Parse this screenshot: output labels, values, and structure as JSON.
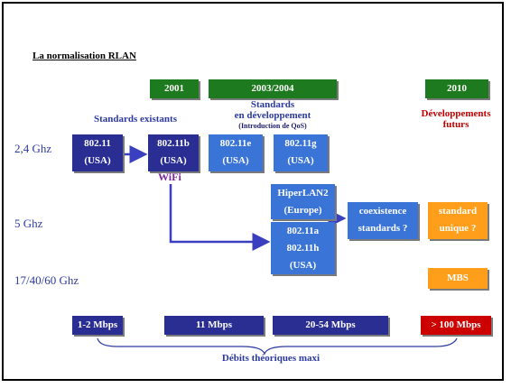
{
  "title": "La normalisation RLAN",
  "years": [
    "2001",
    "2003/2004",
    "2010"
  ],
  "headers": {
    "existing": "Standards existants",
    "developing_line1": "Standards",
    "developing_line2": "en développement",
    "developing_note": "(Introduction de QoS)",
    "future_line1": "Développements",
    "future_line2": "futurs"
  },
  "bands": [
    "2,4 Ghz",
    "5 Ghz",
    "17/40/60 Ghz"
  ],
  "boxes": {
    "b80211": [
      "802.11",
      "(USA)"
    ],
    "b80211b": [
      "802.11b",
      "(USA)"
    ],
    "b80211e": [
      "802.11e",
      "(USA)"
    ],
    "b80211g": [
      "802.11g",
      "(USA)"
    ],
    "hiperlan2": [
      "HiperLAN2",
      "(Europe)"
    ],
    "b80211ah": [
      "802.11a",
      "802.11h",
      "(USA)"
    ],
    "coexistence": [
      "coexistence",
      "standards ?"
    ],
    "unique": [
      "standard",
      "unique ?"
    ],
    "mbs": "MBS"
  },
  "wifi_label": "WiFi",
  "rates": [
    "1-2 Mbps",
    "11 Mbps",
    "20-54 Mbps",
    "> 100 Mbps"
  ],
  "debits_label": "Débits théoriques maxi",
  "colors": {
    "dark_blue": "#2a2d92",
    "light_blue": "#3a74d6",
    "green": "#1e7a1e",
    "orange": "#ff9e1a",
    "red": "#cc0000",
    "arrow": "#3a3fc0"
  }
}
